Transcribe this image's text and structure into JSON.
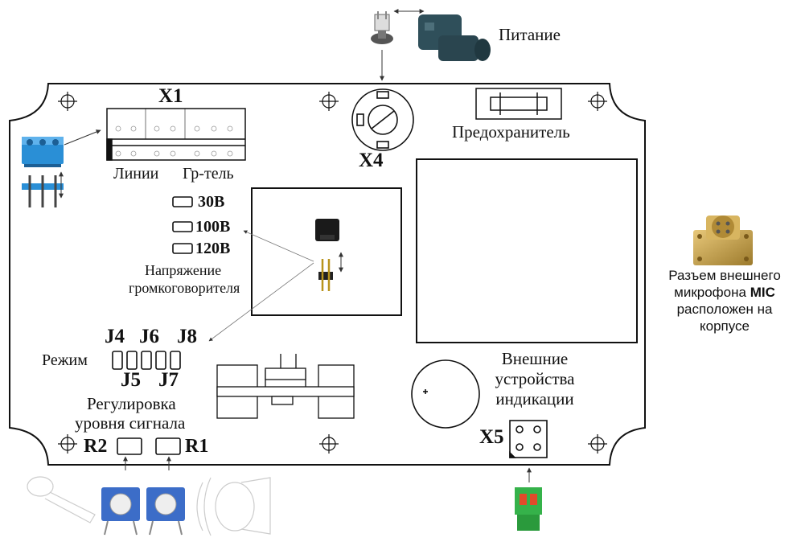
{
  "power": {
    "label": "Питание"
  },
  "x1": {
    "name": "X1",
    "label_lines": "Линии",
    "label_amp": "Гр-тель"
  },
  "x4": {
    "name": "X4"
  },
  "fuse": {
    "label": "Предохранитель"
  },
  "voltage": {
    "options": [
      "30В",
      "100В",
      "120В"
    ],
    "caption_line1": "Напряжение",
    "caption_line2": "громкоговорителя"
  },
  "mic_connector": {
    "line1": "Разъем внешнего",
    "line2_pre": "микрофона ",
    "line2_bold": "MIC",
    "line3": "расположен на",
    "line4": "корпусе"
  },
  "jumpers": {
    "top": [
      "J4",
      "J6",
      "J8"
    ],
    "bottom": [
      "J5",
      "J7"
    ],
    "mode_label": "Режим"
  },
  "level": {
    "line1": "Регулировка",
    "line2": "уровня сигнала"
  },
  "pots": {
    "left": "R2",
    "right": "R1"
  },
  "indication": {
    "line1": "Внешние",
    "line2": "устройства",
    "line3": "индикации"
  },
  "x5": {
    "name": "X5"
  },
  "colors": {
    "terminal_blue": "#2a8fd6",
    "terminal_green": "#35b24a",
    "brass": "#c9a24a",
    "connector_dark": "#2f4f5a"
  }
}
